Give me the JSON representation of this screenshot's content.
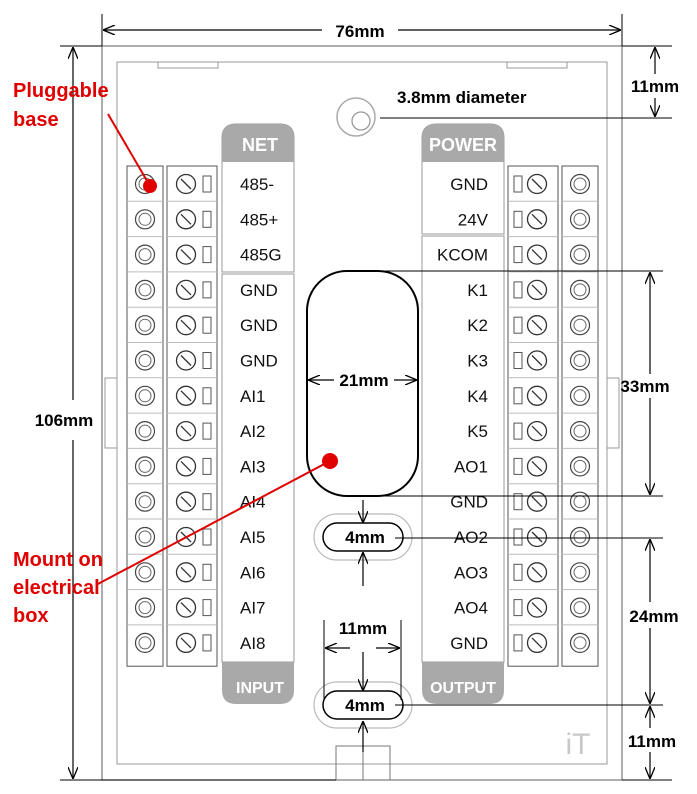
{
  "dimensions": {
    "width_top": "76mm",
    "height_left": "106mm",
    "top_right": "11mm",
    "hole_diameter": "3.8mm diameter",
    "slot_width": "21mm",
    "slot_height": "33mm",
    "small_slot_1": "4mm",
    "spacing_24": "24mm",
    "small_width": "11mm",
    "small_slot_2": "4mm",
    "bottom_right": "11mm"
  },
  "annotations": {
    "pluggable_base": [
      "Pluggable",
      "base"
    ],
    "mount": [
      "Mount on",
      "electrical",
      "box"
    ]
  },
  "headers": {
    "net": "NET",
    "power": "POWER",
    "input": "INPUT",
    "output": "OUTPUT"
  },
  "left_terminals": [
    "485-",
    "485+",
    "485G",
    "GND",
    "GND",
    "GND",
    "AI1",
    "AI2",
    "AI3",
    "AI4",
    "AI5",
    "AI6",
    "AI7",
    "AI8"
  ],
  "right_terminals": [
    "GND",
    "24V",
    "KCOM",
    "K1",
    "K2",
    "K3",
    "K4",
    "K5",
    "AO1",
    "GND",
    "AO2",
    "AO3",
    "AO4",
    "GND"
  ],
  "brand": "iT",
  "colors": {
    "annotation": "#e00000",
    "header_fill": "#a9a9a9"
  }
}
